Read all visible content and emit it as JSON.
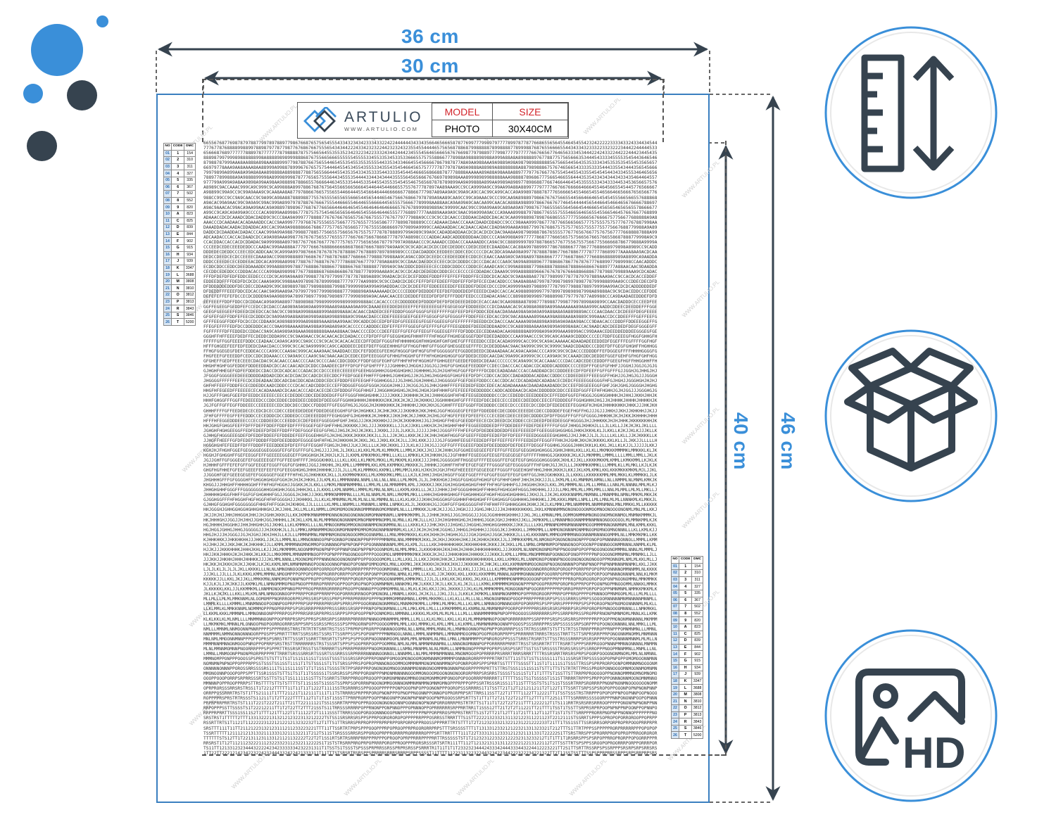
{
  "dimensions": {
    "outer_width": "36 cm",
    "inner_width": "30 cm",
    "inner_height": "40 cm",
    "outer_height": "46 cm"
  },
  "brand": {
    "name": "ARTULIO",
    "url": "WWW.ARTULIO.COM"
  },
  "spec_table": {
    "model_label": "MODEL",
    "size_label": "SIZE",
    "model_value": "PHOTO",
    "size_value": "30X40CM"
  },
  "legend": {
    "headers": [
      "NO",
      "CODE",
      "DMC"
    ],
    "rows": [
      [
        "01",
        "1",
        "154"
      ],
      [
        "02",
        "2",
        "310"
      ],
      [
        "03",
        "3",
        "311"
      ],
      [
        "04",
        "4",
        "327"
      ],
      [
        "05",
        "5",
        "335"
      ],
      [
        "06",
        "6",
        "367"
      ],
      [
        "07",
        "7",
        "502"
      ],
      [
        "08",
        "8",
        "552"
      ],
      [
        "09",
        "9",
        "820"
      ],
      [
        "10",
        "A",
        "823"
      ],
      [
        "11",
        "C",
        "825"
      ],
      [
        "12",
        "D",
        "839"
      ],
      [
        "13",
        "E",
        "844"
      ],
      [
        "14",
        "F",
        "902"
      ],
      [
        "15",
        "G",
        "915"
      ],
      [
        "16",
        "H",
        "934"
      ],
      [
        "17",
        "J",
        "939"
      ],
      [
        "18",
        "K",
        "3347"
      ],
      [
        "19",
        "L",
        "3688"
      ],
      [
        "20",
        "M",
        "3808"
      ],
      [
        "21",
        "N",
        "3810"
      ],
      [
        "22",
        "O",
        "3812"
      ],
      [
        "23",
        "P",
        "3813"
      ],
      [
        "24",
        "R",
        "3843"
      ],
      [
        "25",
        "S",
        "3846"
      ],
      [
        "26",
        "T",
        "5200"
      ]
    ]
  },
  "watermark": "WWW.ARTULIO.PL",
  "colors": {
    "accent_blue": "#3a8fd9",
    "dark": "#36434f",
    "sheet_border": "#3a7fc0",
    "red": "#d2232a"
  },
  "icons": [
    "ruler-height-icon",
    "box-icon",
    "hd-image-icon"
  ]
}
